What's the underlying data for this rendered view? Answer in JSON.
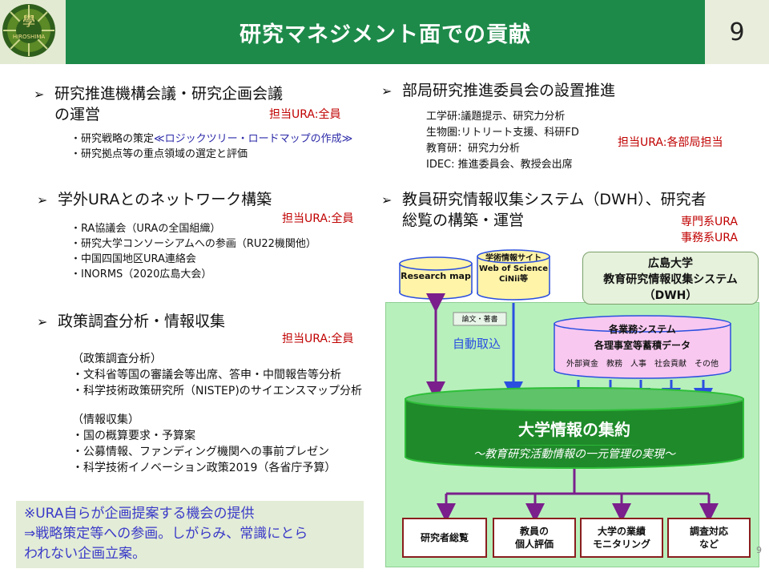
{
  "header": {
    "title": "研究マネジメント面での貢献",
    "page_number": "9",
    "logo_text": "HIROSHIMA"
  },
  "left": {
    "section1": {
      "heading_line1": "研究推進機構会議・研究企画会議",
      "heading_line2": "の運営",
      "owner": "担当URA:全員",
      "items": [
        "・研究戦略の策定",
        "・研究拠点等の重点領域の選定と評価"
      ],
      "highlight": "≪ロジックツリー・ロードマップの作成≫"
    },
    "section2": {
      "heading": "学外URAとのネットワーク構築",
      "owner": "担当URA:全員",
      "items": [
        "・RA協議会（URAの全国組織）",
        "・研究大学コンソーシアムへの参画（RU22機関他）",
        "・中国四国地区URA連絡会",
        "・INORMS（2020広島大会）"
      ]
    },
    "section3": {
      "heading": "政策調査分析・情報収集",
      "owner": "担当URA:全員",
      "items": [
        "（政策調査分析）",
        "・文科省等国の審議会等出席、答申・中間報告等分析",
        "・科学技術政策研究所（NISTEP)のサイエンスマップ分析",
        "",
        "（情報収集）",
        "・国の概算要求・予算案",
        "・公募情報、ファンディング機関への事前プレゼン",
        "・科学技術イノベーション政策2019（各省庁予算）"
      ]
    }
  },
  "right": {
    "section1": {
      "heading": "部局研究推進委員会の設置推進",
      "owner": "担当URA:各部局担当",
      "items": [
        "工学研:議題提示、研究力分析",
        "生物圏:リトリート支援、科研FD",
        "教育研：研究力分析",
        "IDEC: 推進委員会、教授会出席"
      ]
    },
    "section2": {
      "heading_line1": "教員研究情報収集システム（DWH）、研究者",
      "heading_line2": "総覧の構築・運営",
      "owner_line1": "専門系URA",
      "owner_line2": "事務系URA"
    }
  },
  "note": {
    "line1": "※URA自らが企画提案する機会の提供",
    "line2": "⇒戦略策定等への参画。しがらみ、常識にとら",
    "line3": "われない企画立案。"
  },
  "diagram": {
    "research_map": "Research map",
    "academic_title": "学術情報サイト",
    "academic_line1": "Web of Science",
    "academic_line2": "CiNii等",
    "dwh_line1": "広島大学",
    "dwh_line2": "教育研究情報収集システム",
    "dwh_line3": "（DWH）",
    "papers_tag": "論文・著書",
    "auto_import": "自動取込",
    "business_title": "各業務システム",
    "business_sub": "各理事室等蓄積データ",
    "business_items": "外部資金　教務　人事　社会貢献　その他",
    "aggregation_title": "大学情報の集約",
    "aggregation_sub": "～教育研究活動情報の一元管理の実現～",
    "outputs": [
      "研究者総覧",
      "教員の\n個人評価",
      "大学の業績\nモニタリング",
      "調査対応\nなど"
    ],
    "corner_page": "9"
  },
  "colors": {
    "title_band": "#1d8a4a",
    "owner_red": "#c00000",
    "purple_link": "#2c2aa8",
    "diagram_bg": "#b8f0bc",
    "arrow_purple": "#7a1f8c",
    "arrow_blue": "#2a4fe0"
  }
}
